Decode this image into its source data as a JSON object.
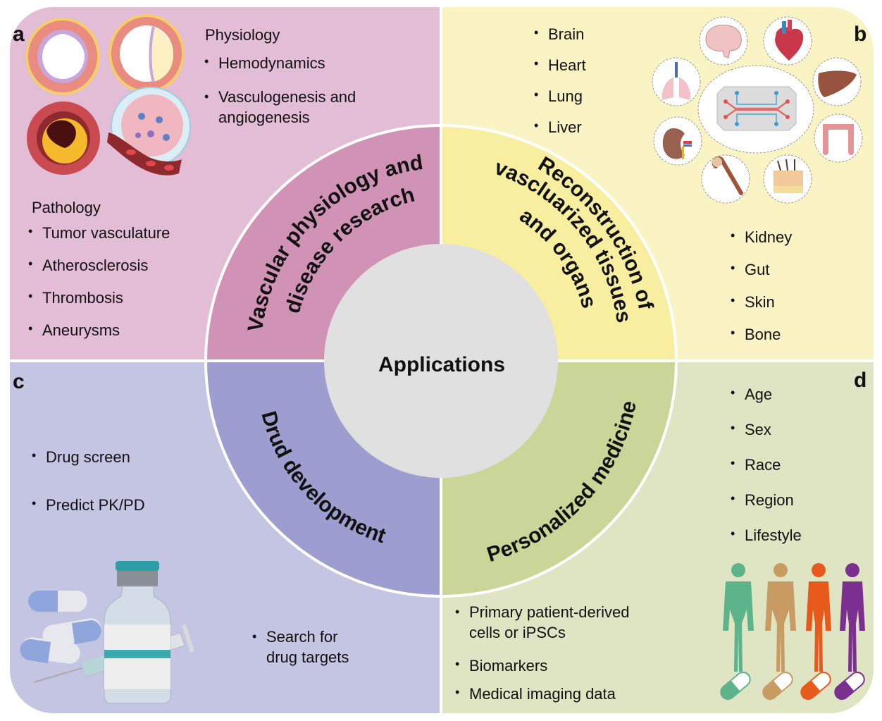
{
  "center": {
    "label": "Applications",
    "color": "#e0e0e0"
  },
  "quadrants": {
    "a": {
      "letter": "a",
      "ring_label_lines": [
        "Vascular physiology and",
        "disease research"
      ],
      "ring_color": "#d093b5",
      "panel_color": "#e3bdd5",
      "physiology": {
        "heading": "Physiology",
        "items": [
          "Hemodynamics",
          "Vasculogenesis and angiogenesis"
        ]
      },
      "pathology": {
        "heading": "Pathology",
        "items": [
          "Tumor vasculature",
          "Atherosclerosis",
          "Thrombosis",
          "Aneurysms"
        ]
      },
      "icons": [
        "blood-vessel-cross-section-icon",
        "atherosclerotic-vessel-icon",
        "thrombus-vessel-icon",
        "tumor-vasculature-icon"
      ]
    },
    "b": {
      "letter": "b",
      "ring_label_lines": [
        "Reconstruction of",
        "vascluarized tissues",
        "and organs"
      ],
      "ring_color": "#f8ee9f",
      "panel_color": "#faf3c4",
      "items_top": [
        "Brain",
        "Heart",
        "Lung",
        "Liver"
      ],
      "items_bottom": [
        "Kidney",
        "Gut",
        "Skin",
        "Bone"
      ],
      "icons": [
        "brain-icon",
        "heart-icon",
        "liver-icon",
        "gut-icon",
        "skin-icon",
        "bone-icon",
        "kidney-icon",
        "lung-icon",
        "organ-chip-icon"
      ]
    },
    "c": {
      "letter": "c",
      "ring_label": "Drud development",
      "ring_color": "#9d9ecf",
      "panel_color": "#c4c5e2",
      "items_top": [
        "Drug screen",
        "Predict PK/PD"
      ],
      "items_bottom_lines": [
        "Search for",
        "drug targets"
      ],
      "icons": [
        "pills-icon",
        "vial-icon",
        "syringe-icon"
      ]
    },
    "d": {
      "letter": "d",
      "ring_label": "Personalized medicine",
      "ring_color": "#cad598",
      "panel_color": "#dfe4c2",
      "items_right": [
        "Age",
        "Sex",
        "Race",
        "Region",
        "Lifestyle"
      ],
      "items_bottom": [
        {
          "lines": [
            "Primary patient-derived",
            "cells or iPSCs"
          ]
        },
        {
          "lines": [
            "Biomarkers"
          ]
        },
        {
          "lines": [
            "Medical imaging data"
          ]
        }
      ],
      "figure_colors": [
        "#5db38a",
        "#c89b63",
        "#e85a1c",
        "#7b2f8f"
      ],
      "icons": [
        "human-figures-icon",
        "capsules-icon"
      ]
    }
  }
}
